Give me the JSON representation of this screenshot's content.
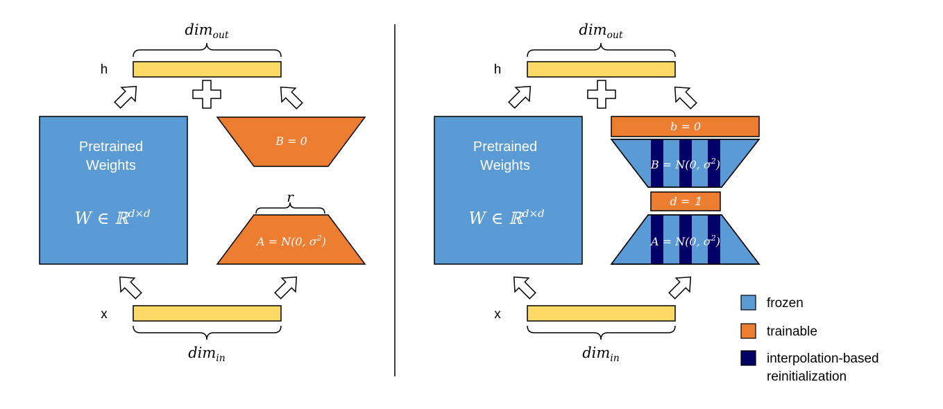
{
  "colors": {
    "frozen": "#5b9bd5",
    "trainable": "#ed7d31",
    "interp": "#000066",
    "io_bar": "#ffd966",
    "stroke": "#000000"
  },
  "left": {
    "dim_out": "dim",
    "dim_out_sub": "out",
    "dim_in": "dim",
    "dim_in_sub": "in",
    "h_label": "h",
    "x_label": "x",
    "weights_line1": "Pretrained",
    "weights_line2": "Weights",
    "weights_math": "W ∈ ℝ",
    "weights_sup": "d×d",
    "B_label": "B = 0",
    "A_label": "A = N(0, σ",
    "A_sup": "2",
    "A_close": ")",
    "r_label": "r"
  },
  "right": {
    "dim_out": "dim",
    "dim_out_sub": "out",
    "dim_in": "dim",
    "dim_in_sub": "in",
    "h_label": "h",
    "x_label": "x",
    "weights_line1": "Pretrained",
    "weights_line2": "Weights",
    "weights_math": "W ∈ ℝ",
    "weights_sup": "d×d",
    "b_label": "b = 0",
    "B_label": "B = N(0, σ",
    "B_sup": "2",
    "B_close": ")",
    "d_label": "d = 𝟙",
    "A_label": "A = N(0, σ",
    "A_sup": "2",
    "A_close": ")"
  },
  "legend": {
    "frozen": "frozen",
    "trainable": "trainable",
    "interp_line1": "interpolation-based",
    "interp_line2": "reinitialization"
  }
}
